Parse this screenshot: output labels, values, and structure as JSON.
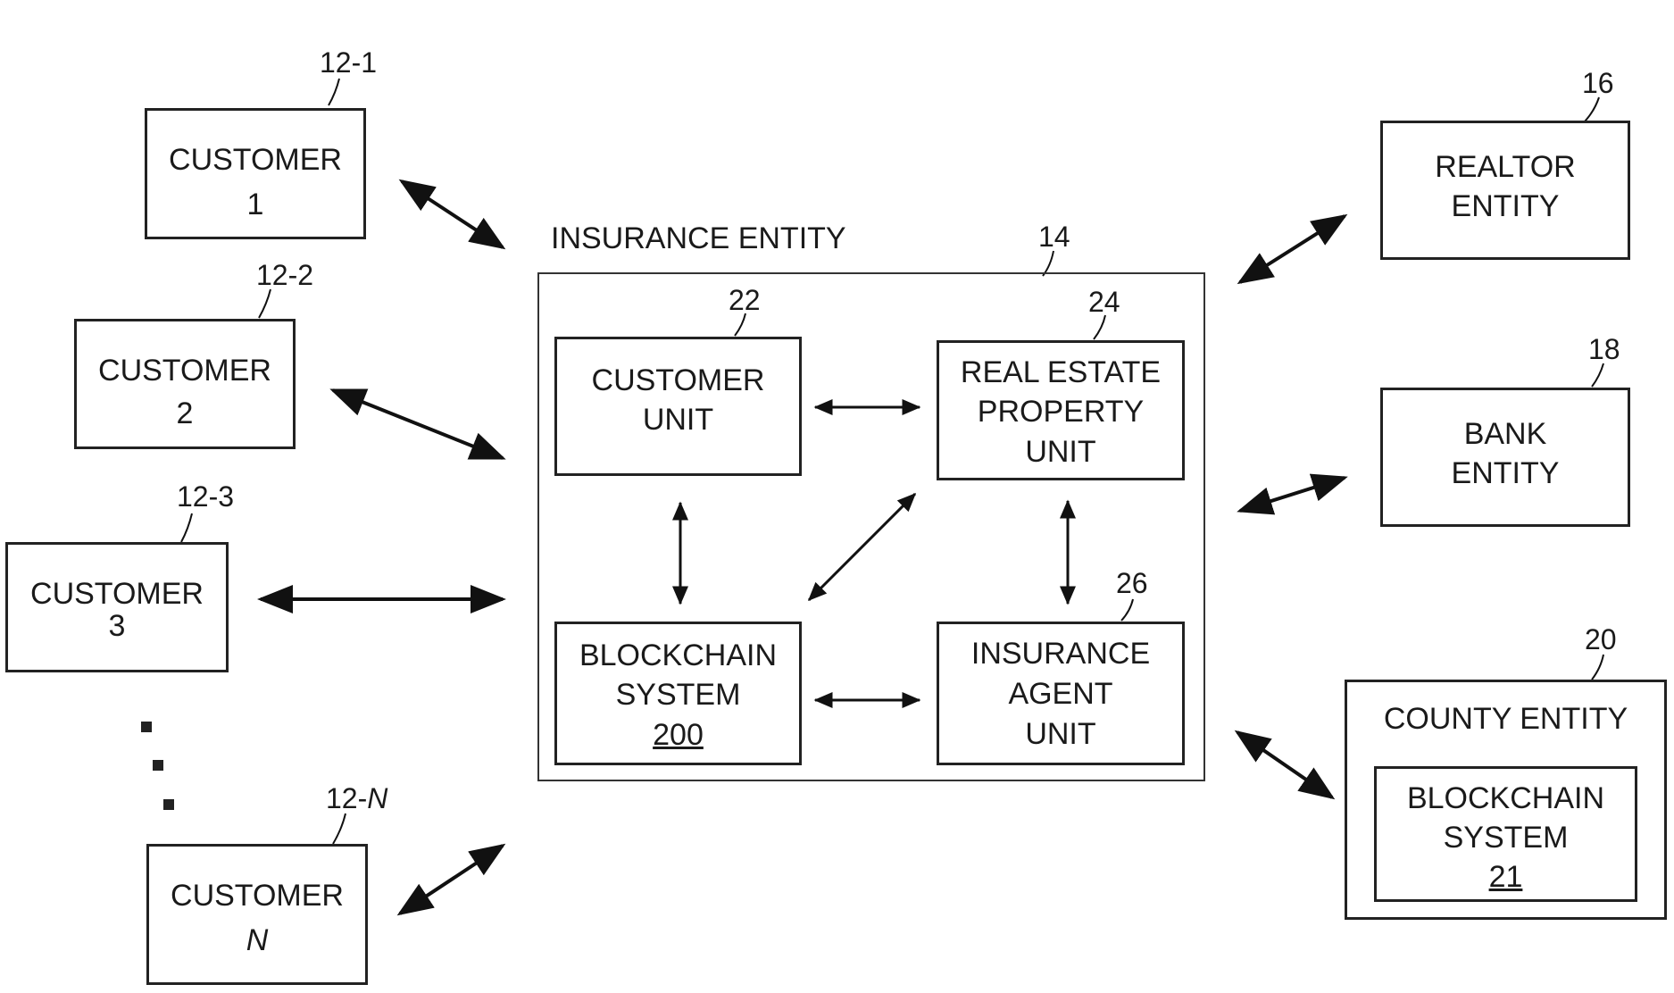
{
  "customers": [
    {
      "ref": "12-1",
      "line1": "CUSTOMER",
      "line2": "1"
    },
    {
      "ref": "12-2",
      "line1": "CUSTOMER",
      "line2": "2"
    },
    {
      "ref": "12-3",
      "line1": "CUSTOMER",
      "line2": "3"
    },
    {
      "ref_prefix": "12-",
      "ref_suffix": "N",
      "line1": "CUSTOMER",
      "line2": "N"
    }
  ],
  "insurance_entity": {
    "title": "INSURANCE ENTITY",
    "ref": "14",
    "customer_unit": {
      "ref": "22",
      "line1": "CUSTOMER",
      "line2": "UNIT"
    },
    "real_estate_unit": {
      "ref": "24",
      "line1": "REAL ESTATE",
      "line2": "PROPERTY",
      "line3": "UNIT"
    },
    "blockchain_system": {
      "line1": "BLOCKCHAIN",
      "line2": "SYSTEM",
      "number": "200"
    },
    "insurance_agent_unit": {
      "ref": "26",
      "line1": "INSURANCE",
      "line2": "AGENT",
      "line3": "UNIT"
    }
  },
  "realtor_entity": {
    "ref": "16",
    "line1": "REALTOR",
    "line2": "ENTITY"
  },
  "bank_entity": {
    "ref": "18",
    "line1": "BANK",
    "line2": "ENTITY"
  },
  "county_entity": {
    "ref": "20",
    "title": "COUNTY ENTITY",
    "blockchain_system": {
      "line1": "BLOCKCHAIN",
      "line2": "SYSTEM",
      "number": "21"
    }
  }
}
